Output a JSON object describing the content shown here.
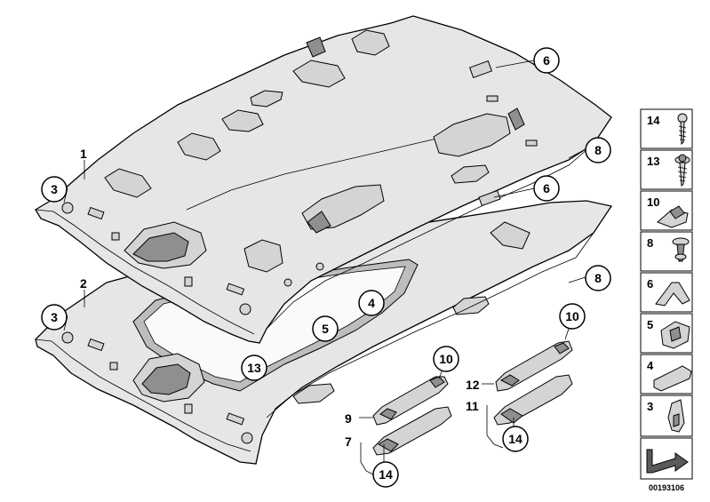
{
  "diagram": {
    "reference_code": "00193106",
    "callouts": {
      "c1": "1",
      "c2": "2",
      "c3a": "3",
      "c3b": "3",
      "c4": "4",
      "c5": "5",
      "c6a": "6",
      "c6b": "6",
      "c7": "7",
      "c8a": "8",
      "c8b": "8",
      "c9": "9",
      "c10a": "10",
      "c10b": "10",
      "c11": "11",
      "c12": "12",
      "c13": "13",
      "c14a": "14",
      "c14b": "14"
    },
    "legend": [
      "14",
      "13",
      "10",
      "8",
      "6",
      "5",
      "4",
      "3"
    ]
  }
}
